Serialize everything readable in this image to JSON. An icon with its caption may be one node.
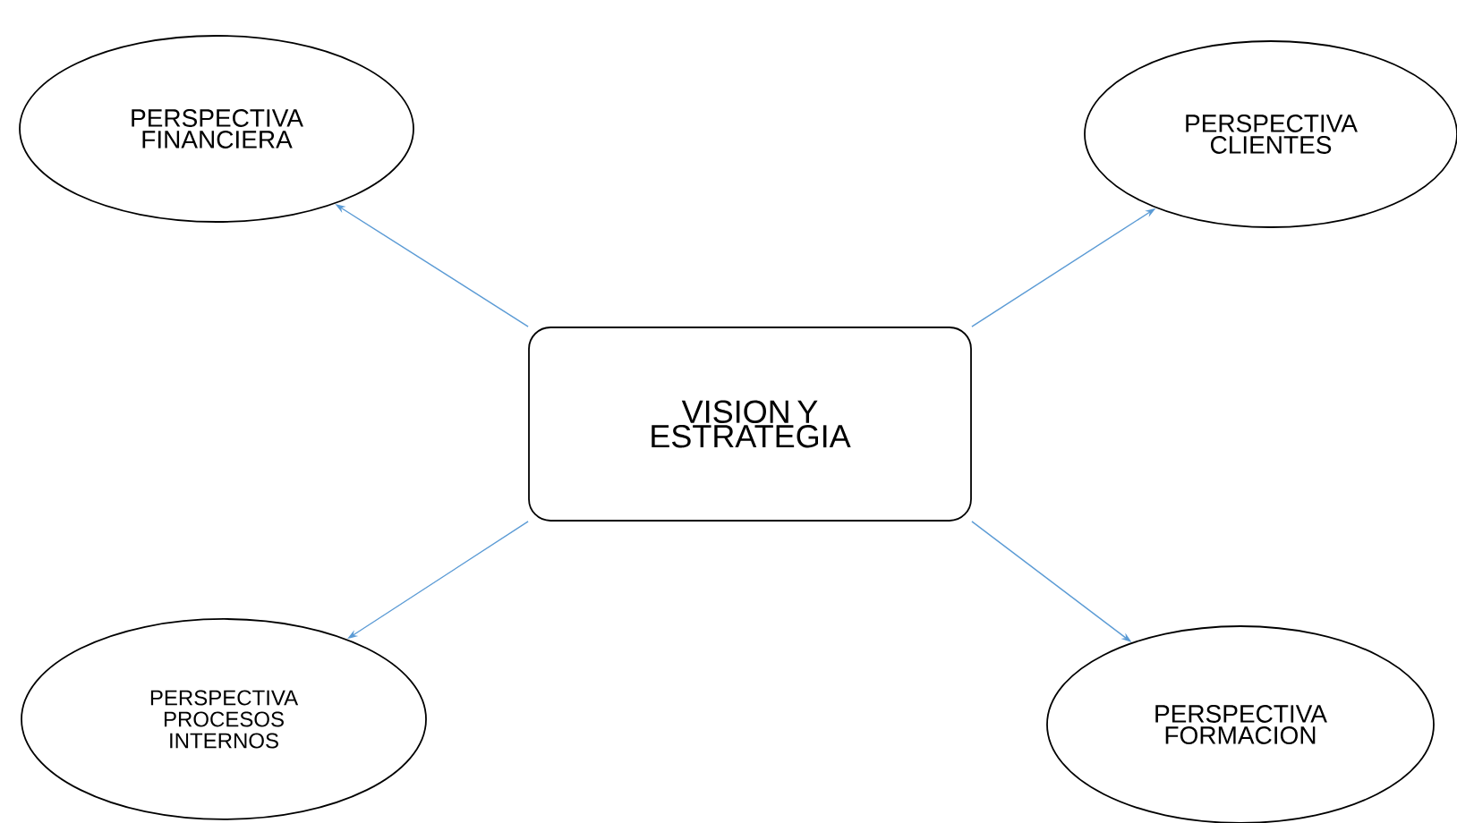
{
  "diagram": {
    "nodes": [
      {
        "text": [
          "VISION Y ESTRATEGIA"
        ]
      },
      {
        "text": [
          "PERSPECTIVA FINANCIERA"
        ]
      },
      {
        "text": [
          "PERSPECTIVA CLIENTES"
        ]
      },
      {
        "text": [
          "PERSPECTIVA PROCESOS INTERNOS"
        ]
      },
      {
        "text": [
          "PERSPECTIVA FORMACION"
        ]
      }
    ],
    "edges": [
      {
        "from": 0,
        "to": 1,
        "arrow": "to"
      },
      {
        "from": 0,
        "to": 2,
        "arrow": "to"
      },
      {
        "from": 0,
        "to": 3,
        "arrow": "to"
      },
      {
        "from": 0,
        "to": 4,
        "arrow": "to"
      }
    ]
  }
}
